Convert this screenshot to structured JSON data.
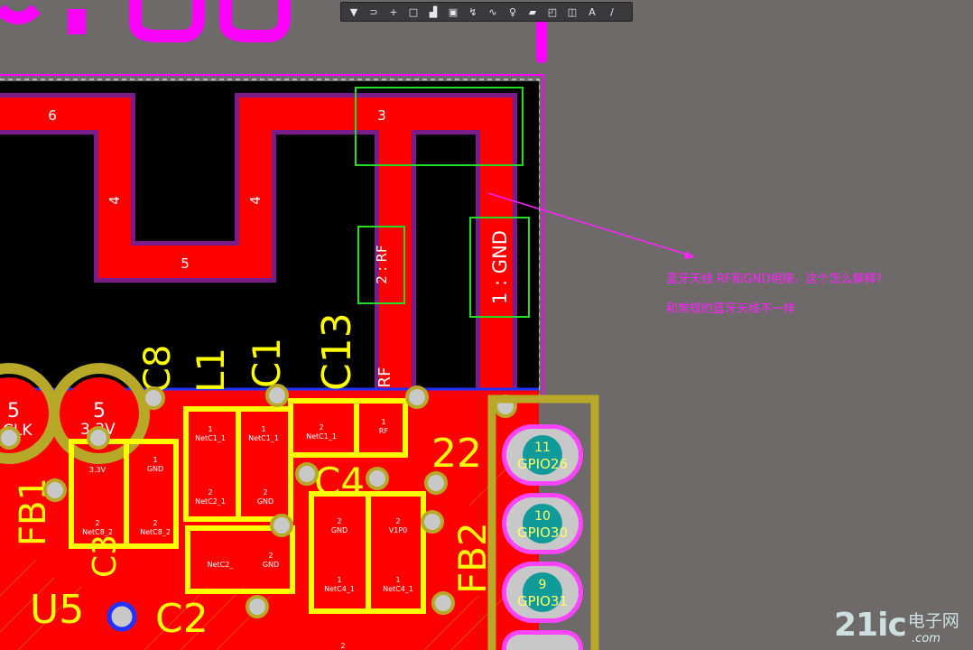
{
  "toolbar": {
    "tools": [
      {
        "name": "filter-icon",
        "glyph": "▼"
      },
      {
        "name": "route-icon",
        "glyph": "⊃"
      },
      {
        "name": "crosshair-icon",
        "glyph": "+"
      },
      {
        "name": "select-rect-icon",
        "glyph": "□"
      },
      {
        "name": "chart-icon",
        "glyph": "▟"
      },
      {
        "name": "component-icon",
        "glyph": "▣"
      },
      {
        "name": "interactive-route-icon",
        "glyph": "↯"
      },
      {
        "name": "diff-pair-icon",
        "glyph": "∿"
      },
      {
        "name": "via-icon",
        "glyph": "♀"
      },
      {
        "name": "polygon-fill-icon",
        "glyph": "▰"
      },
      {
        "name": "keepout-icon",
        "glyph": "◰"
      },
      {
        "name": "region-icon",
        "glyph": "◫"
      },
      {
        "name": "text-icon",
        "glyph": "A"
      },
      {
        "name": "line-icon",
        "glyph": "/"
      }
    ]
  },
  "pcb": {
    "antenna_labels": [
      "6",
      "4",
      "4",
      "5",
      "3"
    ],
    "pad_rf": "2 : RF",
    "pad_gnd": "1 : GND",
    "rf_label": "RF",
    "designators": [
      "C8",
      "L1",
      "C1",
      "C13",
      "22",
      "C4",
      "FB2",
      "FB1",
      "U5",
      "C2",
      "C3"
    ],
    "big_digits": [
      "5",
      "5"
    ],
    "sig_labels": [
      "CLK",
      "3.3V"
    ],
    "small_pads": [
      "3.3V",
      "1",
      "GND",
      "1",
      "NetC1_1",
      "1",
      "NetC1_1",
      "2",
      "NetC1_1",
      "1",
      "RF",
      "2",
      "NetC2_1",
      "2",
      "GND",
      "2",
      "NetC8_2",
      "2",
      "NetC8_2",
      "2",
      "GND",
      "2",
      "V1P0",
      "NetC2_",
      "2",
      "GND",
      "1",
      "NetC4_1",
      "1",
      "NetC4_1",
      "2"
    ],
    "connector_pins": [
      {
        "num": "11",
        "name": "GPIO26"
      },
      {
        "num": "10",
        "name": "GPIO30"
      },
      {
        "num": "9",
        "name": "GPIO31"
      }
    ]
  },
  "annotation": {
    "line1": "蓝牙天线 RF和GND相接，这个怎么解释?",
    "line2": "和常规的蓝牙天线不一样"
  },
  "watermark": {
    "main": "21ic",
    "sub": "电子网",
    "domain": ".com"
  },
  "colors": {
    "board": "#6e6a6a",
    "copper": "#ff0000",
    "silk": "#ffff00",
    "outline": "#ff00ff",
    "select": "#22dd22",
    "pad": "#b8a828"
  }
}
